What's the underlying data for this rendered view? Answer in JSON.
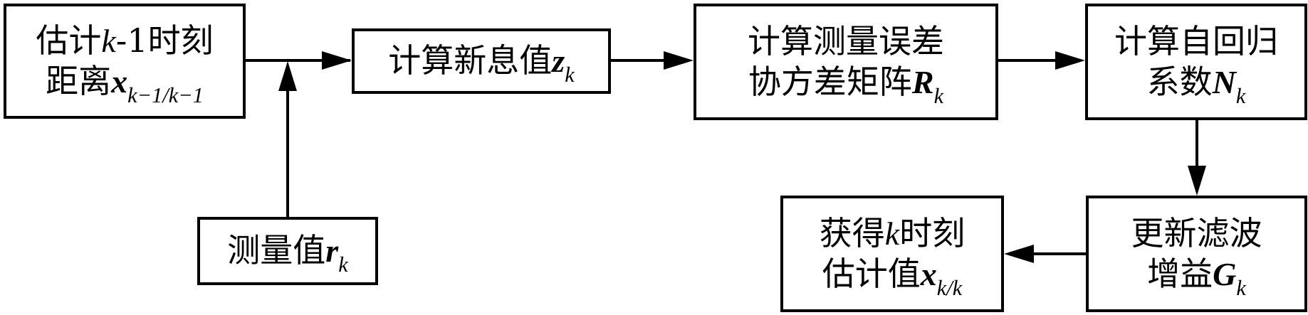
{
  "nodes": {
    "prev_estimate": {
      "line1_a": "估计",
      "line1_k": "k",
      "line1_b": "-1时刻",
      "line2_text": "距离",
      "line2_var": "x",
      "line2_sub": "k−1/k−1"
    },
    "measurement": {
      "text": "测量值",
      "var": "r",
      "sub": "k"
    },
    "innovation": {
      "text": "计算新息值",
      "var": "z",
      "sub": "k"
    },
    "error_covariance": {
      "line1": "计算测量误差",
      "line2_text": "协方差矩阵",
      "var": "R",
      "sub": "k"
    },
    "autoregressive": {
      "line1": "计算自回归",
      "line2_text": "系数",
      "var": "N",
      "sub": "k"
    },
    "filter_gain": {
      "line1": "更新滤波",
      "line2_text": "增益",
      "var": "G",
      "sub": "k"
    },
    "estimate_k": {
      "line1_a": "获得",
      "line1_k": "k",
      "line1_b": "时刻",
      "line2_text": "估计值",
      "var": "x",
      "sub": "k/k"
    }
  },
  "edges": [
    {
      "from": "prev_estimate",
      "to": "innovation"
    },
    {
      "from": "measurement",
      "to": "innovation"
    },
    {
      "from": "innovation",
      "to": "error_covariance"
    },
    {
      "from": "error_covariance",
      "to": "autoregressive"
    },
    {
      "from": "autoregressive",
      "to": "filter_gain"
    },
    {
      "from": "filter_gain",
      "to": "estimate_k"
    }
  ]
}
